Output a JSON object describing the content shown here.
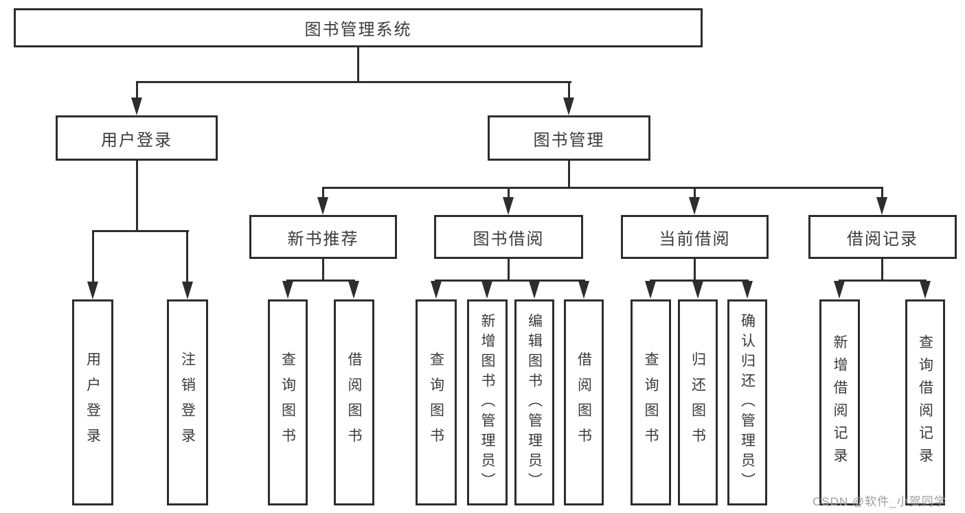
{
  "diagram": {
    "title": {
      "label": "图书管理系统"
    },
    "level2": [
      {
        "label": "用户登录"
      },
      {
        "label": "图书管理"
      }
    ],
    "level3": [
      {
        "label": "新书推荐"
      },
      {
        "label": "图书借阅"
      },
      {
        "label": "当前借阅"
      },
      {
        "label": "借阅记录"
      }
    ],
    "leaves": [
      {
        "label": "用户登录"
      },
      {
        "label": "注销登录"
      },
      {
        "label": "查询图书"
      },
      {
        "label": "借阅图书"
      },
      {
        "label": "查询图书"
      },
      {
        "label": "新增图书（管理员）"
      },
      {
        "label": "编辑图书（管理员）"
      },
      {
        "label": "借阅图书"
      },
      {
        "label": "查询图书"
      },
      {
        "label": "归还图书"
      },
      {
        "label": "确认归还（管理员）"
      },
      {
        "label": "新增借阅记录"
      },
      {
        "label": "查询借阅记录"
      }
    ],
    "watermark": "CSDN @软件_小贺同学",
    "colors": {
      "line": "#2d2d2d",
      "box_bg": "#ffffff",
      "text": "#3a3a3a",
      "watermark": "#9d9d9d",
      "background": "#ffffff"
    }
  }
}
